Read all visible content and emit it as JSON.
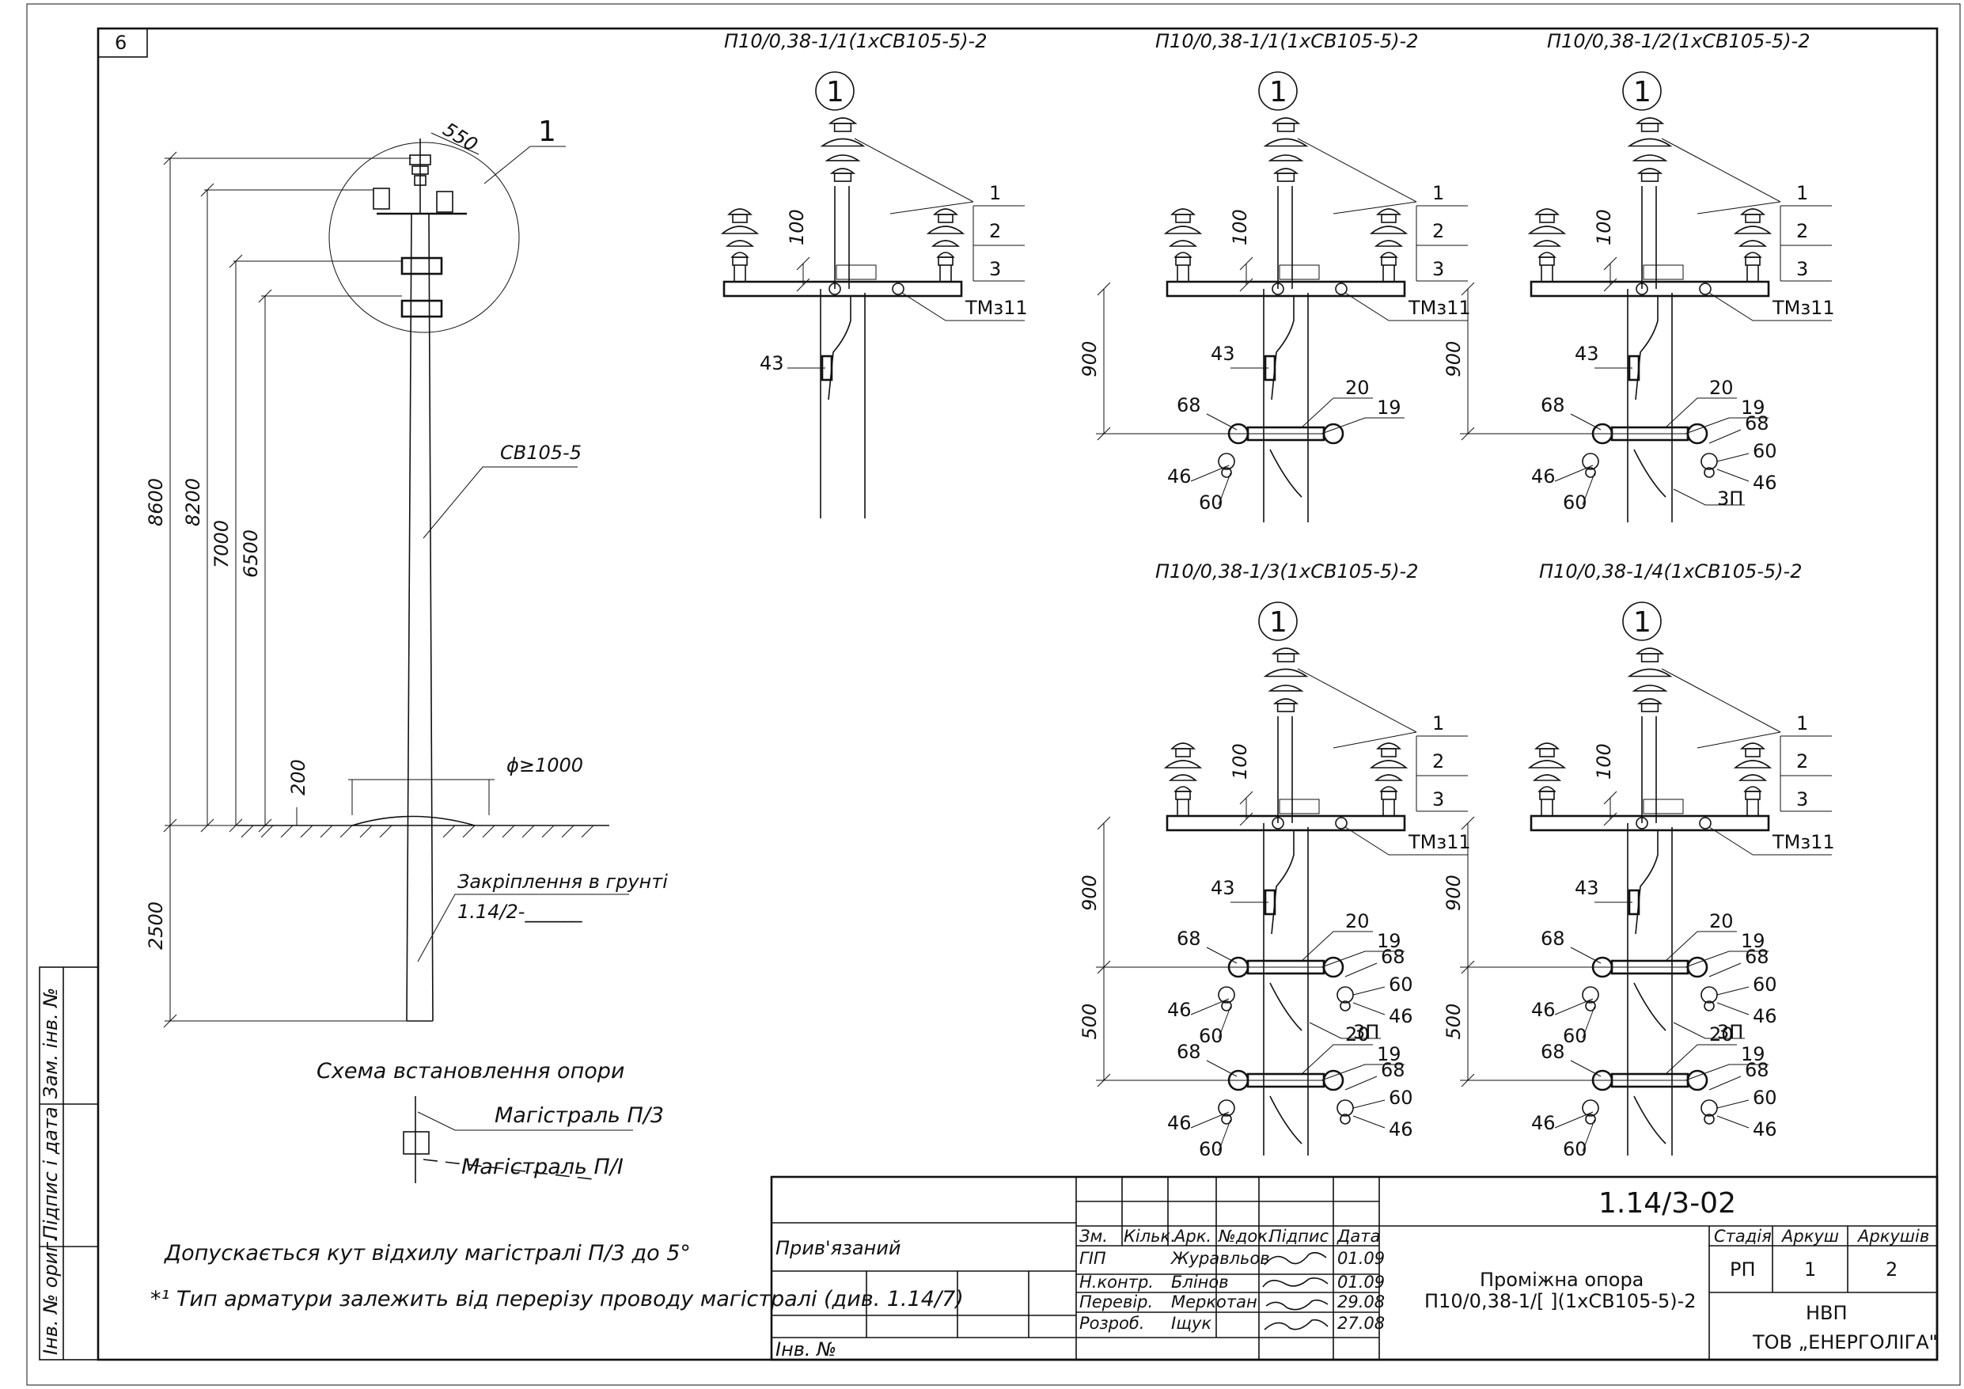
{
  "sheet_corner": "6",
  "overview": {
    "callout": "1",
    "crossarm_dim": "550",
    "dims_vertical": [
      "8600",
      "8200",
      "7000",
      "6500"
    ],
    "pole_label": "СВ105-5",
    "mound_height": "200",
    "mound_diameter": "ϕ≥1000",
    "burial_depth": "2500",
    "ground_fixing_label": "Закріплення в грунті",
    "ground_fixing_ref": "1.14/2-______"
  },
  "scheme": {
    "title": "Схема встановлення опори",
    "main_line": "Магістраль П/3",
    "secondary_line": "Магістраль П/І"
  },
  "notes": [
    "Допускається кут відхилу магістралі П/3 до 5°",
    "*¹ Тип арматури залежить від перерізу проводу магістралі (див. 1.14/7)"
  ],
  "variants": [
    {
      "title": "П10/0,38-1/1(1хСВ105-5)-2"
    },
    {
      "title": "П10/0,38-1/1(1хСВ105-5)-2"
    },
    {
      "title": "П10/0,38-1/2(1хСВ105-5)-2"
    },
    {
      "title": "П10/0,38-1/3(1хСВ105-5)-2"
    },
    {
      "title": "П10/0,38-1/4(1хСВ105-5)-2"
    }
  ],
  "labels": {
    "circle_num": "1",
    "n1": "1",
    "n2": "2",
    "n3": "3",
    "crossarm": "ТМз11",
    "dim100": "100",
    "dim900": "900",
    "dim500": "500",
    "p43": "43",
    "p68": "68",
    "p20": "20",
    "p19": "19",
    "p46": "46",
    "p60": "60",
    "p3p": "3П"
  },
  "title_block": {
    "code": "1.14/3-02",
    "headers": [
      "Зм.",
      "Кільк.",
      "Арк.",
      "№док.",
      "Підпис",
      "Дата"
    ],
    "roles": [
      "ГІП",
      "Н.контр.",
      "Перевір.",
      "Розроб."
    ],
    "names": [
      "Журавльов",
      "Блінов",
      "Меркотан",
      "Іщук"
    ],
    "dates": [
      "01.09",
      "01.09",
      "29.08",
      "27.08"
    ],
    "attached": "Прив'язаний",
    "inv_no": "Інв. №",
    "description_1": "Проміжна опора",
    "description_2": "П10/0,38-1/[  ](1хСВ105-5)-2",
    "stage_header": "Стадія",
    "sheet_header": "Аркуш",
    "sheets_header": "Аркушів",
    "stage": "РП",
    "sheet": "1",
    "sheets": "2",
    "org_1": "НВП",
    "org_2": "ТОВ „ЕНЕРГОЛІГА\""
  },
  "side_stamp": [
    "Зам. інв. №",
    "Підпис і дата",
    "Інв. № ориг."
  ]
}
